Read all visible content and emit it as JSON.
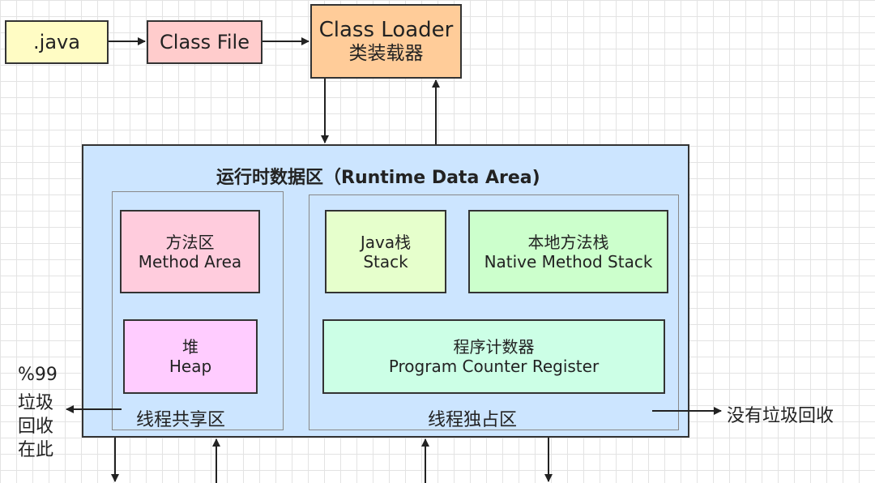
{
  "nodes": {
    "java": ".java",
    "classfile": "Class File",
    "loader_en": "Class Loader",
    "loader_cn": "类装载器",
    "runtime_title": "运行时数据区（Runtime Data Area)",
    "method_cn": "方法区",
    "method_en": "Method Area",
    "heap_cn": "堆",
    "heap_en": "Heap",
    "stack_cn": "Java栈",
    "stack_en": "Stack",
    "native_cn": "本地方法栈",
    "native_en": "Native Method Stack",
    "pc_cn": "程序计数器",
    "pc_en": "Program Counter Register",
    "shared_label": "线程共享区",
    "private_label": "线程独占区"
  },
  "annotations": {
    "gc_left_1": "%99",
    "gc_left_2": "垃圾",
    "gc_left_3": "回收",
    "gc_left_4": "在此",
    "gc_right": "没有垃圾回收"
  },
  "colors": {
    "java": "#fffcc4",
    "classfile": "#ffcccc",
    "loader": "#ffcc99",
    "runtime": "#cce5ff",
    "method": "#ffccdd",
    "heap": "#ffccff",
    "stack": "#e6ffcc",
    "native": "#ccffcc",
    "pc": "#ccffe6"
  }
}
